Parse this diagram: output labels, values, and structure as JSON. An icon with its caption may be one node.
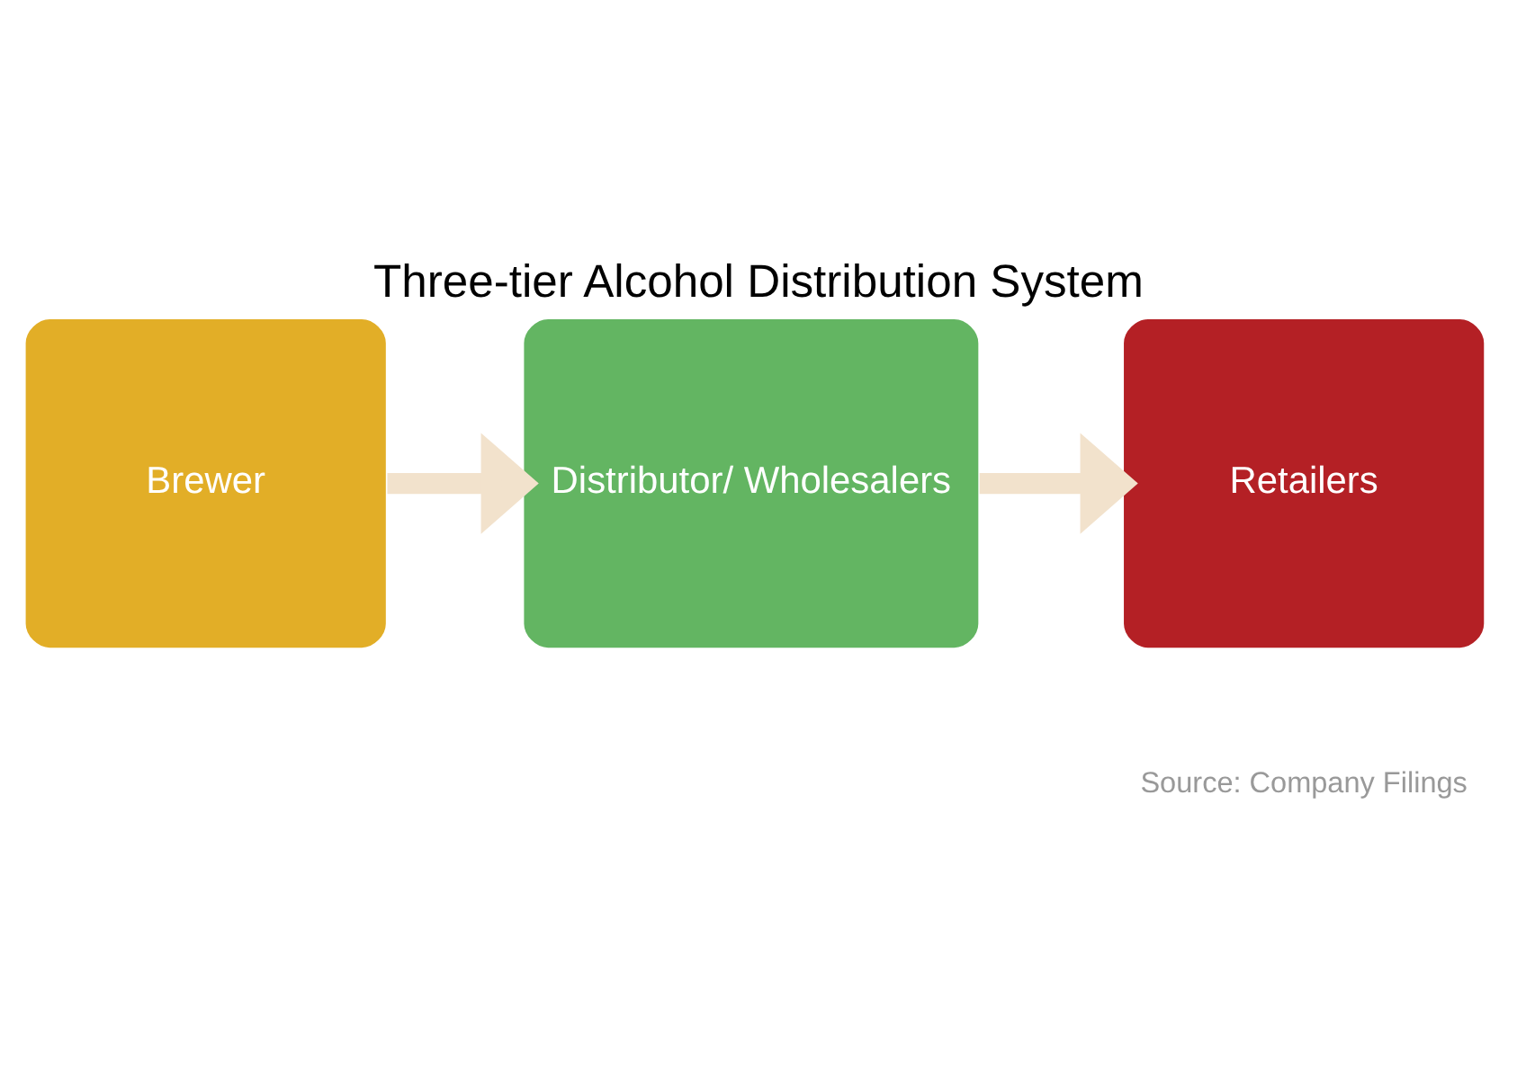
{
  "diagram": {
    "title": "Three-tier Alcohol Distribution System",
    "nodes": [
      {
        "text": [
          "Brewer"
        ]
      },
      {
        "text": [
          "Distributor/ Wholesalers"
        ]
      },
      {
        "text": [
          "Retailers"
        ]
      }
    ],
    "edges": [
      {
        "from": 0,
        "to": 1,
        "arrow": "to"
      },
      {
        "from": 1,
        "to": 2,
        "arrow": "to"
      }
    ],
    "labels": [
      "Source: Company Filings"
    ]
  }
}
